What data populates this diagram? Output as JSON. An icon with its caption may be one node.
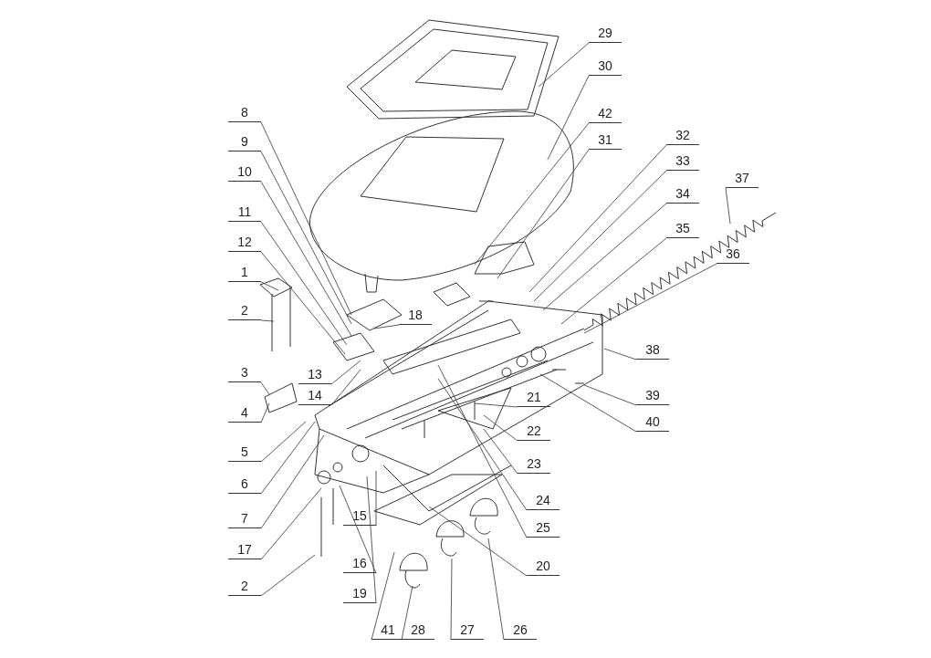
{
  "diagram": {
    "nodes": [
      {
        "text": [
          "29"
        ]
      },
      {
        "text": [
          "30"
        ]
      },
      {
        "text": [
          "42"
        ]
      },
      {
        "text": [
          "31"
        ]
      },
      {
        "text": [
          "32"
        ]
      },
      {
        "text": [
          "33"
        ]
      },
      {
        "text": [
          "34"
        ]
      },
      {
        "text": [
          "35"
        ]
      },
      {
        "text": [
          "36"
        ]
      },
      {
        "text": [
          "37"
        ]
      },
      {
        "text": [
          "8"
        ]
      },
      {
        "text": [
          "9"
        ]
      },
      {
        "text": [
          "10"
        ]
      },
      {
        "text": [
          "11"
        ]
      },
      {
        "text": [
          "12"
        ]
      },
      {
        "text": [
          "1"
        ]
      },
      {
        "text": [
          "2"
        ]
      },
      {
        "text": [
          "18"
        ]
      },
      {
        "text": [
          "13"
        ]
      },
      {
        "text": [
          "14"
        ]
      },
      {
        "text": [
          "3"
        ]
      },
      {
        "text": [
          "4"
        ]
      },
      {
        "text": [
          "5"
        ]
      },
      {
        "text": [
          "6"
        ]
      },
      {
        "text": [
          "7"
        ]
      },
      {
        "text": [
          "17"
        ]
      },
      {
        "text": [
          "2"
        ]
      },
      {
        "text": [
          "16"
        ]
      },
      {
        "text": [
          "15"
        ]
      },
      {
        "text": [
          "19"
        ]
      },
      {
        "text": [
          "38"
        ]
      },
      {
        "text": [
          "39"
        ]
      },
      {
        "text": [
          "40"
        ]
      },
      {
        "text": [
          "21"
        ]
      },
      {
        "text": [
          "22"
        ]
      },
      {
        "text": [
          "23"
        ]
      },
      {
        "text": [
          "24"
        ]
      },
      {
        "text": [
          "25"
        ]
      },
      {
        "text": [
          "20"
        ]
      },
      {
        "text": [
          "41"
        ]
      },
      {
        "text": [
          "28"
        ]
      },
      {
        "text": [
          "27"
        ]
      },
      {
        "text": [
          "26"
        ]
      }
    ],
    "edges": [
      {
        "from": 0,
        "to": null,
        "arrow": "none"
      },
      {
        "from": 1,
        "to": null,
        "arrow": "none"
      },
      {
        "from": 2,
        "to": null,
        "arrow": "none"
      },
      {
        "from": 3,
        "to": null,
        "arrow": "none"
      },
      {
        "from": 4,
        "to": null,
        "arrow": "none"
      },
      {
        "from": 5,
        "to": null,
        "arrow": "none"
      },
      {
        "from": 6,
        "to": null,
        "arrow": "none"
      },
      {
        "from": 7,
        "to": null,
        "arrow": "none"
      },
      {
        "from": 8,
        "to": null,
        "arrow": "none"
      },
      {
        "from": 9,
        "to": null,
        "arrow": "none"
      },
      {
        "from": 10,
        "to": null,
        "arrow": "none"
      },
      {
        "from": 11,
        "to": null,
        "arrow": "none"
      },
      {
        "from": 12,
        "to": null,
        "arrow": "none"
      },
      {
        "from": 13,
        "to": null,
        "arrow": "none"
      },
      {
        "from": 14,
        "to": null,
        "arrow": "none"
      },
      {
        "from": 15,
        "to": null,
        "arrow": "none"
      },
      {
        "from": 16,
        "to": null,
        "arrow": "none"
      },
      {
        "from": 17,
        "to": null,
        "arrow": "none"
      },
      {
        "from": 18,
        "to": null,
        "arrow": "none"
      },
      {
        "from": 19,
        "to": null,
        "arrow": "none"
      },
      {
        "from": 20,
        "to": null,
        "arrow": "none"
      },
      {
        "from": 21,
        "to": null,
        "arrow": "none"
      },
      {
        "from": 22,
        "to": null,
        "arrow": "none"
      },
      {
        "from": 23,
        "to": null,
        "arrow": "none"
      },
      {
        "from": 24,
        "to": null,
        "arrow": "none"
      },
      {
        "from": 25,
        "to": null,
        "arrow": "none"
      },
      {
        "from": 26,
        "to": null,
        "arrow": "none"
      },
      {
        "from": 27,
        "to": null,
        "arrow": "none"
      },
      {
        "from": 28,
        "to": null,
        "arrow": "none"
      },
      {
        "from": 29,
        "to": null,
        "arrow": "none"
      },
      {
        "from": 30,
        "to": null,
        "arrow": "none"
      },
      {
        "from": 31,
        "to": null,
        "arrow": "none"
      },
      {
        "from": 32,
        "to": null,
        "arrow": "none"
      },
      {
        "from": 33,
        "to": null,
        "arrow": "none"
      },
      {
        "from": 34,
        "to": null,
        "arrow": "none"
      },
      {
        "from": 35,
        "to": null,
        "arrow": "none"
      },
      {
        "from": 36,
        "to": null,
        "arrow": "none"
      },
      {
        "from": 37,
        "to": null,
        "arrow": "none"
      },
      {
        "from": 38,
        "to": null,
        "arrow": "none"
      },
      {
        "from": 39,
        "to": null,
        "arrow": "none"
      },
      {
        "from": 40,
        "to": null,
        "arrow": "none"
      },
      {
        "from": 41,
        "to": null,
        "arrow": "none"
      },
      {
        "from": 42,
        "to": null,
        "arrow": "none"
      }
    ]
  }
}
